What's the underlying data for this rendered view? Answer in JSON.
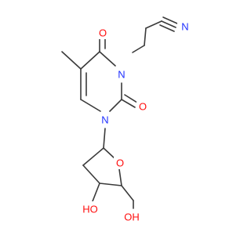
{
  "molecule": {
    "atoms": {
      "n_nitrile": {
        "text": "N",
        "color": "#1f30ff"
      },
      "o_c4": {
        "text": "O",
        "color": "#ff0d0d"
      },
      "n3": {
        "text": "N",
        "color": "#1f30ff"
      },
      "o_c2": {
        "text": "O",
        "color": "#ff0d0d"
      },
      "n1": {
        "text": "N",
        "color": "#1f30ff"
      },
      "o_ring": {
        "text": "O",
        "color": "#ff0d0d"
      },
      "ho_3p": {
        "text": "HO",
        "color": "#ff0d0d"
      },
      "oh_5p": {
        "text": "OH",
        "color": "#ff0d0d"
      }
    },
    "bond_color": "#3a3a3a",
    "nitrile_carbon_color": "#3a3a3a"
  }
}
